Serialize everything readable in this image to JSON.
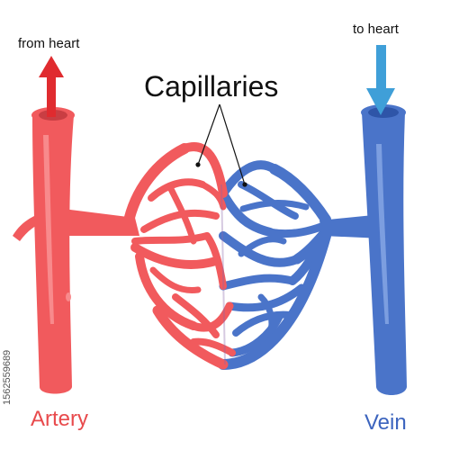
{
  "labels": {
    "from_heart": "from heart",
    "to_heart": "to heart",
    "capillaries": "Capillaries",
    "artery": "Artery",
    "vein": "Vein"
  },
  "stock_id": "1562559689",
  "colors": {
    "artery": "#f15a5d",
    "artery_dark": "#c93e43",
    "artery_light": "#f88a8c",
    "artery_label": "#e84a4c",
    "vein": "#4a74c9",
    "vein_dark": "#2e55a8",
    "vein_light": "#7c9ee0",
    "vein_label": "#3c64be",
    "arrow_red": "#e02b2f",
    "arrow_blue": "#3f9fd8"
  }
}
